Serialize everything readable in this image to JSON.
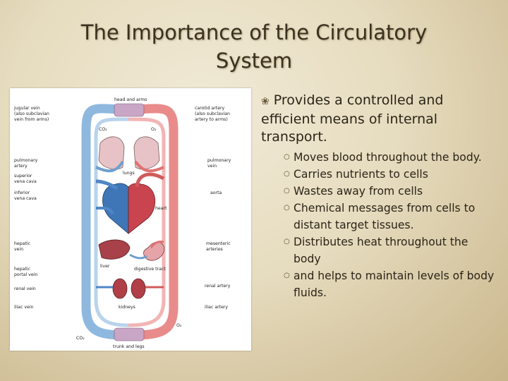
{
  "slide": {
    "title_line1": "The Importance of the  Circulatory",
    "title_line2": "System"
  },
  "diagram": {
    "labels": {
      "jugular_vein": "jugular vein",
      "jugular_note1": "(also subclavian",
      "jugular_note2": "vein from arms)",
      "head_and_arms": "head and arms",
      "co2_top": "CO₂",
      "o2_top": "O₂",
      "carotid_artery": "carotid artery",
      "carotid_note1": "(also subclavian",
      "carotid_note2": "artery to arms)",
      "pulmonary_artery1": "pulmonary",
      "pulmonary_artery2": "artery",
      "lungs": "lungs",
      "pulmonary_vein1": "pulmonary",
      "pulmonary_vein2": "vein",
      "superior_vena_cava1": "superior",
      "superior_vena_cava2": "vena cava",
      "inferior_vena_cava1": "inferior",
      "inferior_vena_cava2": "vena cava",
      "aorta": "aorta",
      "heart": "heart",
      "hepatic_vein1": "hepatic",
      "hepatic_vein2": "vein",
      "mesenteric_arteries1": "mesenteric",
      "mesenteric_arteries2": "arteries",
      "hepatic_portal_vein1": "hepatic",
      "hepatic_portal_vein2": "portal vein",
      "liver": "liver",
      "digestive_tract": "digestive tract",
      "renal_vein": "renal vein",
      "renal_artery": "renal artery",
      "kidneys": "kidneys",
      "iliac_vein": "iliac vein",
      "iliac_artery": "iliac artery",
      "co2_bottom": "CO₂",
      "o2_bottom": "O₂",
      "trunk_and_legs": "trunk and legs"
    }
  },
  "content": {
    "main_bullet_icon": "bullet-icon",
    "main_bullet": "Provides a controlled and efficient means of internal transport.",
    "sub_bullet_icon": "small-dot",
    "sub_bullets": [
      "Moves blood throughout the body.",
      "Carries nutrients to cells",
      "Wastes away from cells",
      "Chemical messages from cells to distant target tissues.",
      "Distributes heat throughout the body",
      " and helps to maintain levels of body fluids."
    ]
  },
  "colors": {
    "background": "#e6dcbf",
    "title_text": "#3a3220",
    "vein_blue": "#8fb8df",
    "artery_red": "#e98b8b"
  }
}
